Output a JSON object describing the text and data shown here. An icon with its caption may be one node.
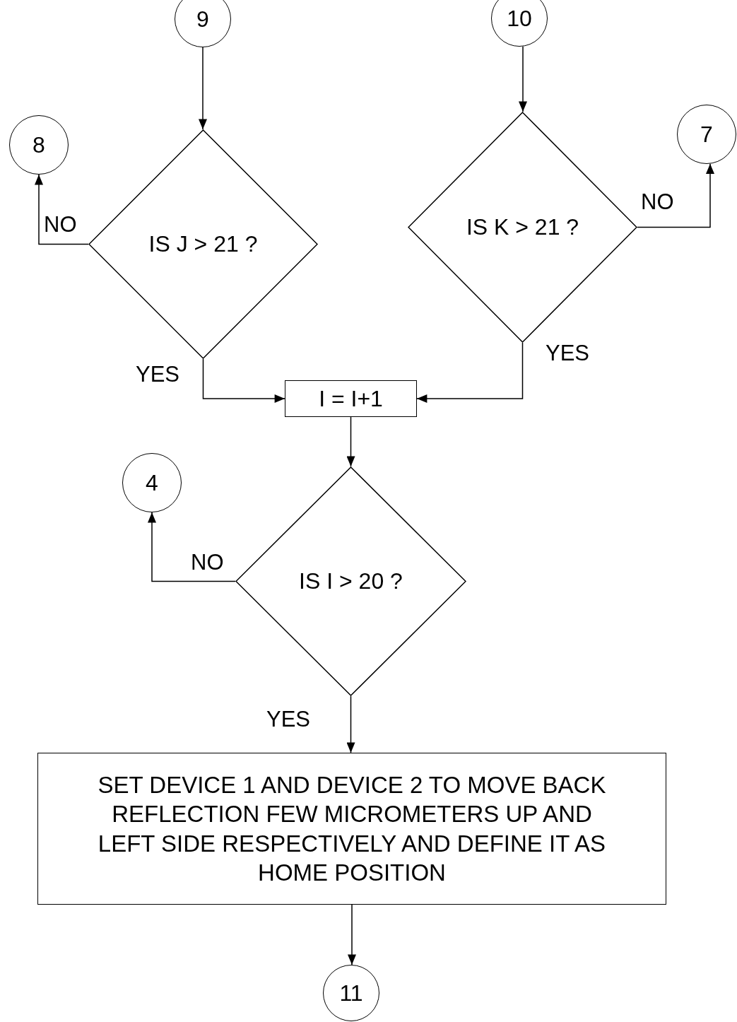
{
  "diagram": {
    "nodes": [
      {
        "text": [
          "9"
        ]
      },
      {
        "text": [
          "10"
        ]
      },
      {
        "text": [
          "8"
        ]
      },
      {
        "text": [
          "IS J > 21 ?"
        ]
      },
      {
        "text": [
          "IS K > 21 ?"
        ]
      },
      {
        "text": [
          "7"
        ]
      },
      {
        "text": [
          "I = I+1"
        ]
      },
      {
        "text": [
          "4"
        ]
      },
      {
        "text": [
          "IS I > 20 ?"
        ]
      },
      {
        "text": [
          "SET DEVICE 1 AND DEVICE 2 TO MOVE BACK REFLECTION FEW MICROMETERS UP AND LEFT SIDE RESPECTIVELY AND DEFINE IT AS HOME POSITION"
        ]
      },
      {
        "text": [
          "11"
        ]
      }
    ],
    "edges": [
      {
        "from": 0,
        "to": 3,
        "arrow": "to"
      },
      {
        "from": 1,
        "to": 4,
        "arrow": "to"
      },
      {
        "from": 3,
        "to": 2,
        "arrow": "to",
        "label": "NO"
      },
      {
        "from": 4,
        "to": 5,
        "arrow": "to",
        "label": "NO"
      },
      {
        "from": 3,
        "to": 6,
        "arrow": "to",
        "label": "YES"
      },
      {
        "from": 4,
        "to": 6,
        "arrow": "to",
        "label": "YES"
      },
      {
        "from": 6,
        "to": 8,
        "arrow": "to"
      },
      {
        "from": 8,
        "to": 7,
        "arrow": "to",
        "label": "NO"
      },
      {
        "from": 8,
        "to": 9,
        "arrow": "to",
        "label": "YES"
      },
      {
        "from": 9,
        "to": 10,
        "arrow": "to"
      }
    ]
  }
}
